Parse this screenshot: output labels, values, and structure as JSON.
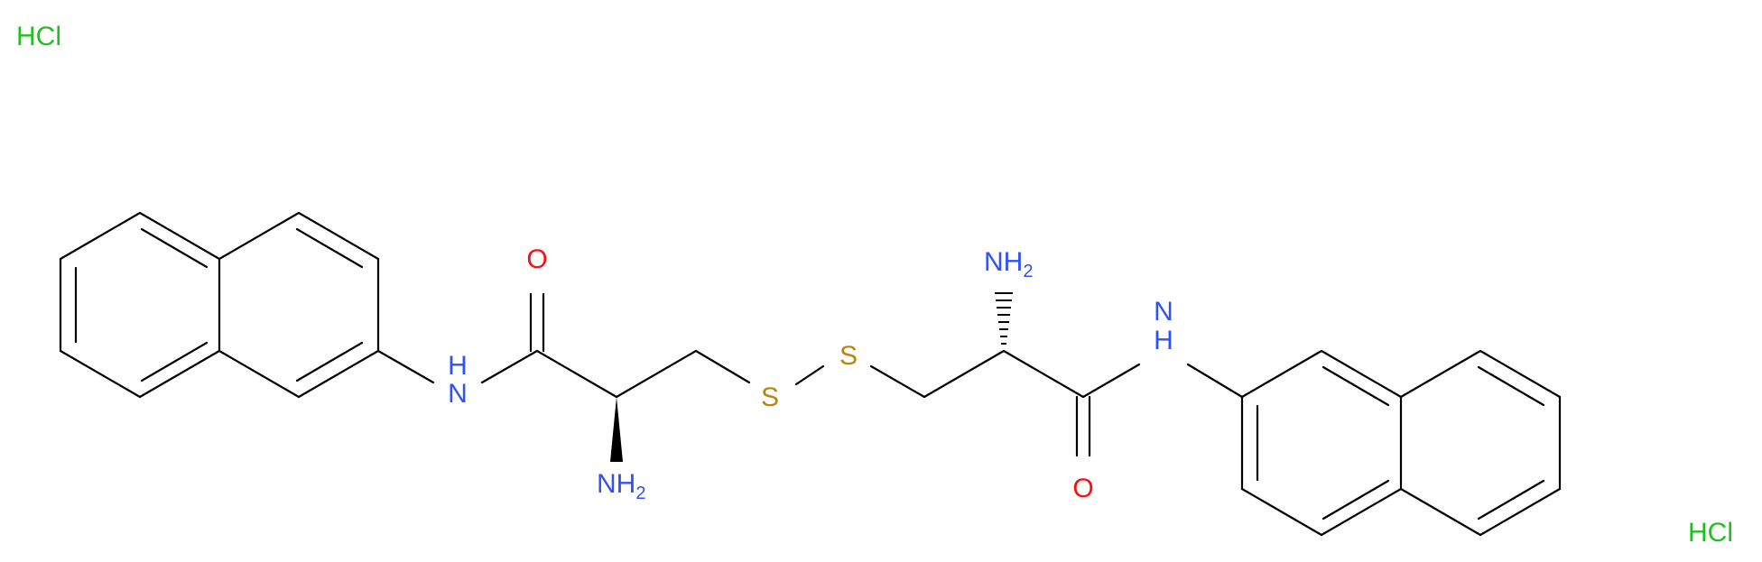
{
  "molecule": {
    "salts": [
      "HCl",
      "HCl"
    ],
    "left_carbonyl_o": "O",
    "left_amide_n": "N",
    "left_amide_h": "H",
    "left_amine_n": "NH",
    "left_amine_sub": "2",
    "disulfide_s1": "S",
    "disulfide_s2": "S",
    "right_amine_n": "NH",
    "right_amine_sub": "2",
    "right_amide_n": "N",
    "right_amide_h": "H",
    "right_carbonyl_o": "O"
  },
  "colors": {
    "bond": "#000000",
    "nitrogen": "#3050f8",
    "oxygen": "#ff0d0d",
    "sulfur": "#b8860b",
    "chlorine_salt": "#1fc01f"
  }
}
